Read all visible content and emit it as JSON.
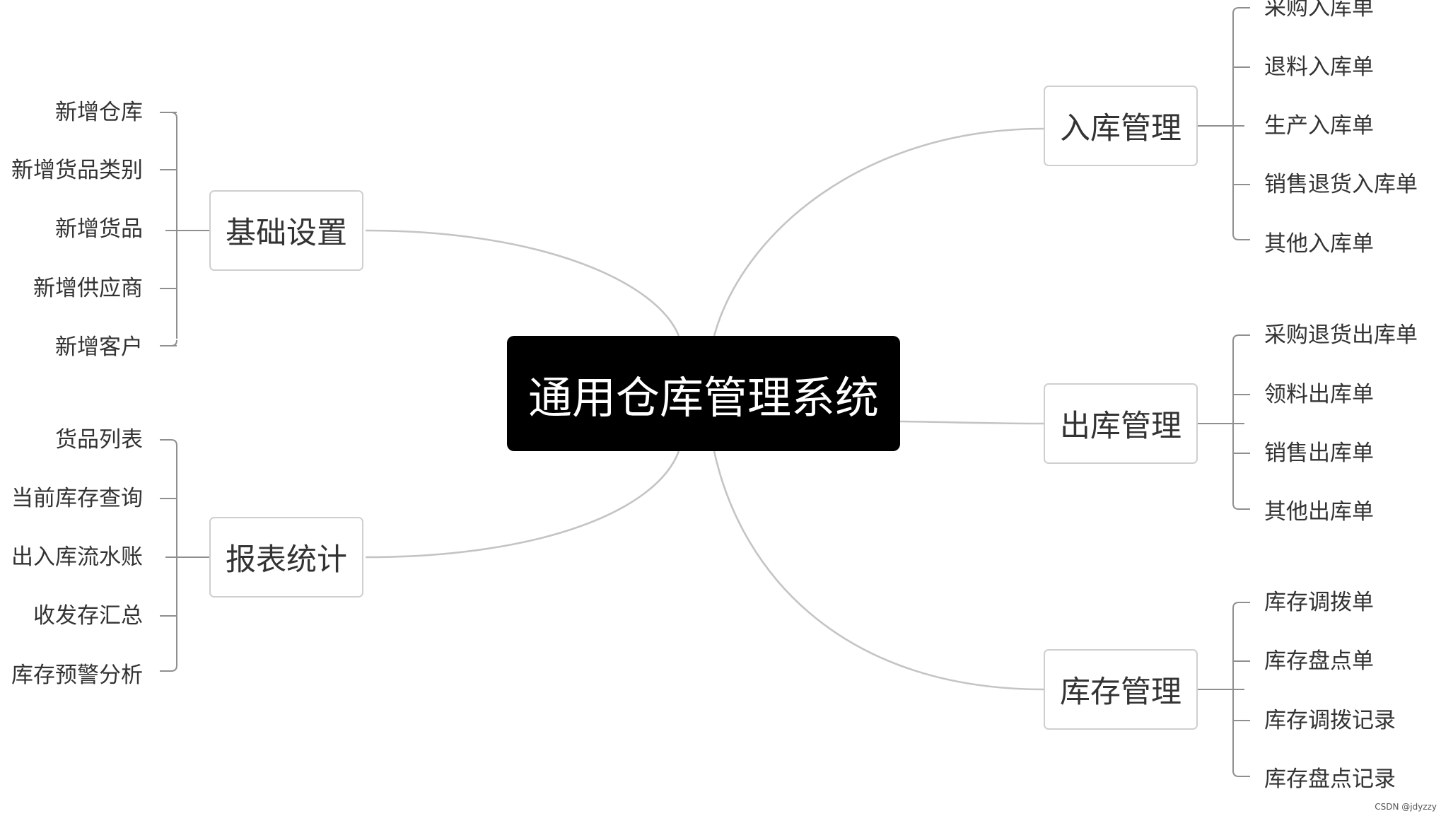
{
  "central": {
    "title": "通用仓库管理系统"
  },
  "left_branches": [
    {
      "label": "基础设置",
      "items": [
        "新增仓库",
        "新增货品类别",
        "新增货品",
        "新增供应商",
        "新增客户"
      ]
    },
    {
      "label": "报表统计",
      "items": [
        "货品列表",
        "当前库存查询",
        "出入库流水账",
        "收发存汇总",
        "库存预警分析"
      ]
    }
  ],
  "right_branches": [
    {
      "label": "入库管理",
      "items": [
        "采购入库单",
        "退料入库单",
        "生产入库单",
        "销售退货入库单",
        "其他入库单"
      ]
    },
    {
      "label": "出库管理",
      "items": [
        "采购退货出库单",
        "领料出库单",
        "销售出库单",
        "其他出库单"
      ]
    },
    {
      "label": "库存管理",
      "items": [
        "库存调拨单",
        "库存盘点单",
        "库存调拨记录",
        "库存盘点记录"
      ]
    }
  ],
  "footer": {
    "watermark": "CSDN @jdyzzy"
  }
}
